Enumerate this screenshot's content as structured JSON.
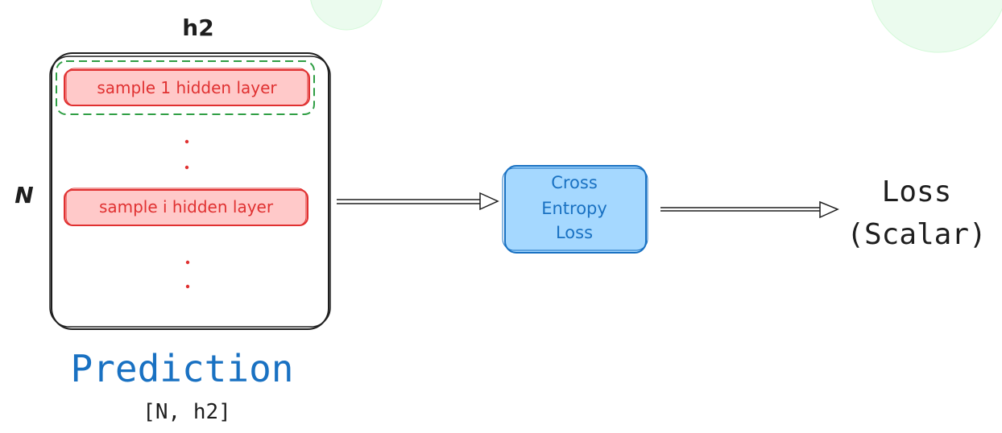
{
  "diagram": {
    "matrix": {
      "width_label": "h2",
      "height_label": "N",
      "rows": [
        {
          "label": "sample 1 hidden layer",
          "highlighted": true
        },
        {
          "label": "sample i hidden layer",
          "highlighted": false
        }
      ],
      "title": "Prediction",
      "shape": "[N, h2]"
    },
    "loss_box": {
      "lines": [
        "Cross",
        "Entropy",
        "Loss"
      ]
    },
    "output": {
      "lines": [
        "Loss",
        "(Scalar)"
      ]
    },
    "colors": {
      "stroke": "#1e1e1e",
      "row_fill": "#ffc9c9",
      "row_stroke": "#e03131",
      "highlight_dash": "#2f9e44",
      "dots": "#e03131",
      "box_fill": "#a5d8ff",
      "box_stroke": "#1971c2",
      "box_text": "#1971c2",
      "title": "#1971c2",
      "decor_circle": "#ebfbee"
    }
  }
}
